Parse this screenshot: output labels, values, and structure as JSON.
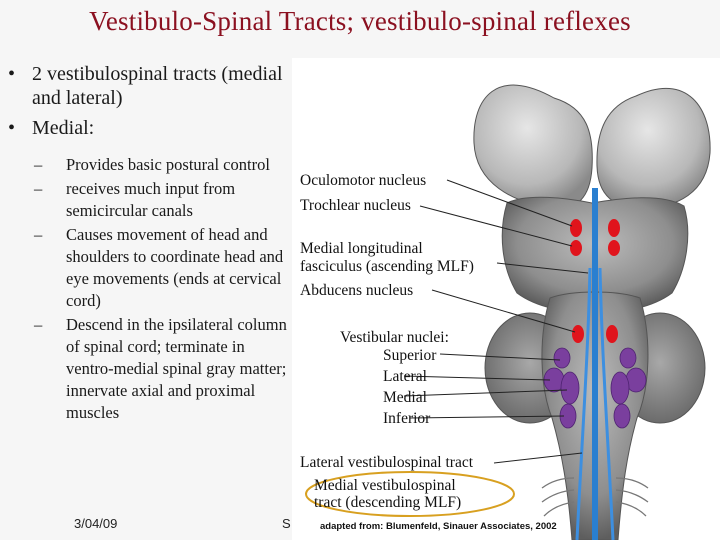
{
  "slide": {
    "title": "Vestibulo-Spinal Tracts; vestibulo-spinal reflexes",
    "bullets": [
      {
        "marker": "•",
        "text": "2 vestibulospinal tracts (medial and lateral)"
      },
      {
        "marker": "•",
        "text": "Medial:"
      }
    ],
    "sub_bullets": [
      {
        "marker": "–",
        "text": "Provides basic postural control"
      },
      {
        "marker": "–",
        "text": "receives much input from semicircular canals"
      },
      {
        "marker": "–",
        "text": "Causes movement of head and shoulders to coordinate head and eye movements (ends at cervical cord)"
      },
      {
        "marker": "–",
        "text": "Descend in the ipsilateral column of spinal cord; terminate in ventro-medial spinal gray matter; innervate axial and proximal muscles"
      }
    ],
    "footer": {
      "date": "3/04/09",
      "page": "S"
    }
  },
  "figure": {
    "labels": {
      "oculomotor": "Oculomotor nucleus",
      "trochlear": "Trochlear nucleus",
      "mlf_asc_1": "Medial longitudinal",
      "mlf_asc_2": "fasciculus (ascending MLF)",
      "abducens": "Abducens nucleus",
      "vestibular": "Vestibular nuclei:",
      "superior": "Superior",
      "lateral": "Lateral",
      "medial": "Medial",
      "inferior": "Inferior",
      "lat_vst": "Lateral vestibulospinal tract",
      "med_vst_1": "Medial vestibulospinal",
      "med_vst_2": "tract (descending MLF)"
    },
    "credit": "adapted from: Blumenfeld, Sinauer Associates, 2002",
    "colors": {
      "nuclei_red": "#e0141c",
      "vestibular_purple": "#7a3f9e",
      "tract_blue": "#2a7fd0",
      "highlight_ellipse": "#d8a020"
    }
  }
}
